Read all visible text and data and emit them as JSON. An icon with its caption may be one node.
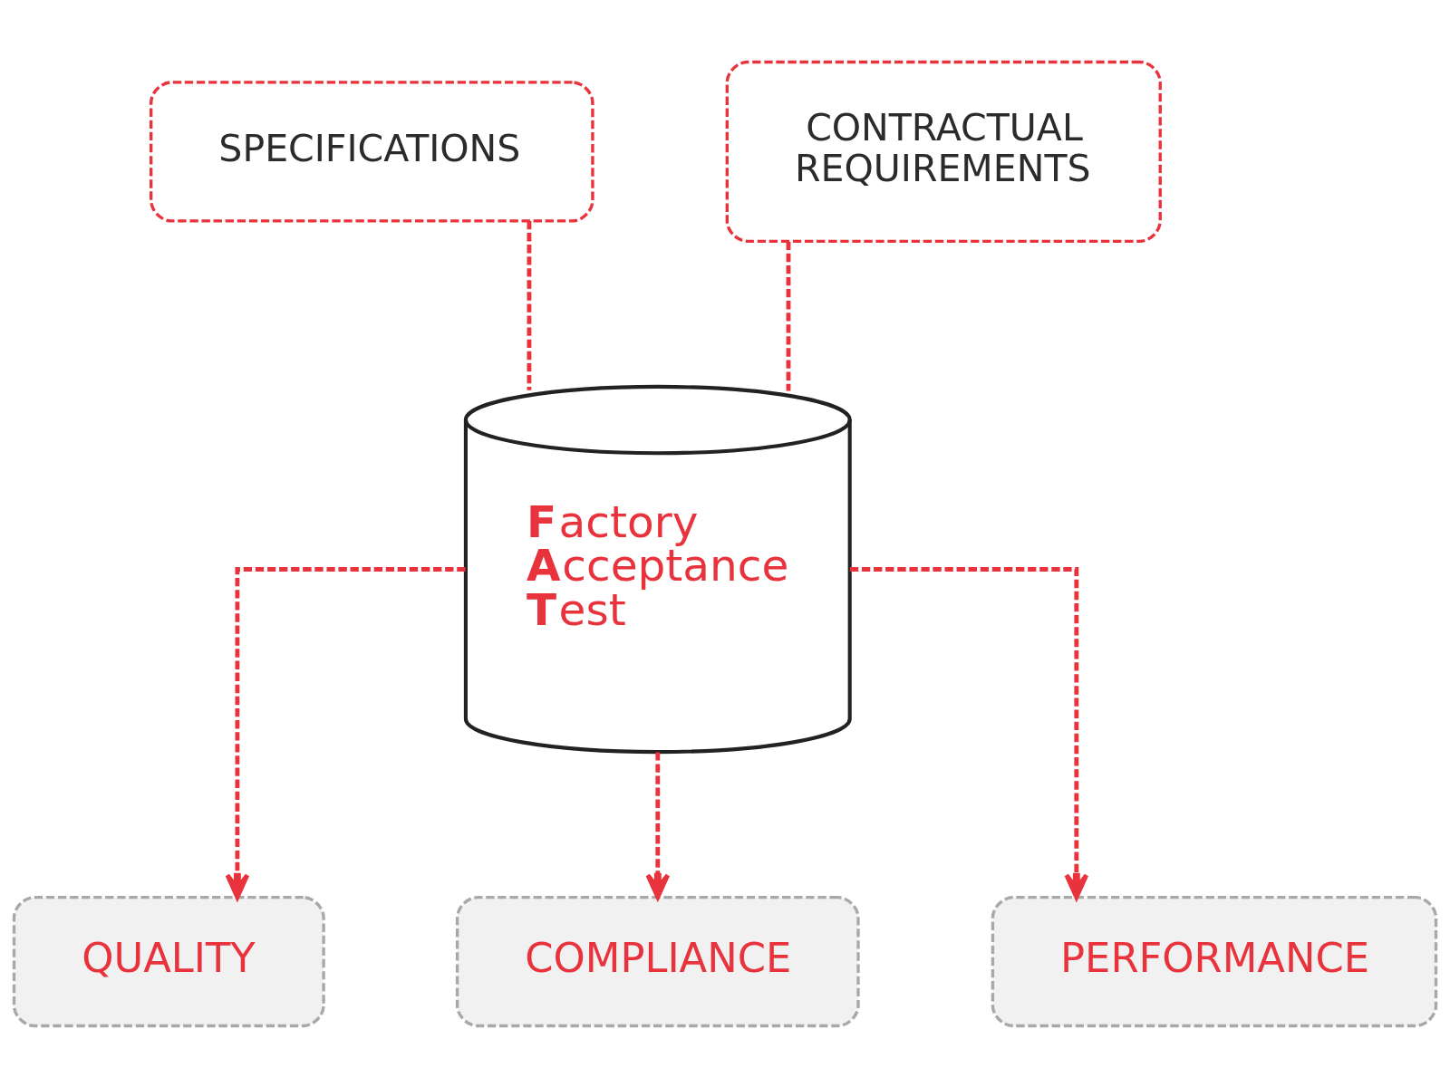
{
  "diagram": {
    "nodes": [
      {
        "text": [
          "SPECIFICATIONS"
        ]
      },
      {
        "text": [
          "CONTRACTUAL REQUIREMENTS"
        ]
      },
      {
        "text": [
          "**F**actory **A**cceptance **T**est"
        ]
      },
      {
        "text": [
          "QUALITY"
        ]
      },
      {
        "text": [
          "COMPLIANCE"
        ]
      },
      {
        "text": [
          "PERFORMANCE"
        ]
      }
    ],
    "edges": [
      {
        "from": 0,
        "to": 2,
        "arrow": "none",
        "style": "dashed"
      },
      {
        "from": 1,
        "to": 2,
        "arrow": "none",
        "style": "dashed"
      },
      {
        "from": 2,
        "to": 3,
        "arrow": "to",
        "style": "dashed"
      },
      {
        "from": 2,
        "to": 4,
        "arrow": "to",
        "style": "dashed"
      },
      {
        "from": 2,
        "to": 5,
        "arrow": "to",
        "style": "dashed"
      }
    ]
  }
}
